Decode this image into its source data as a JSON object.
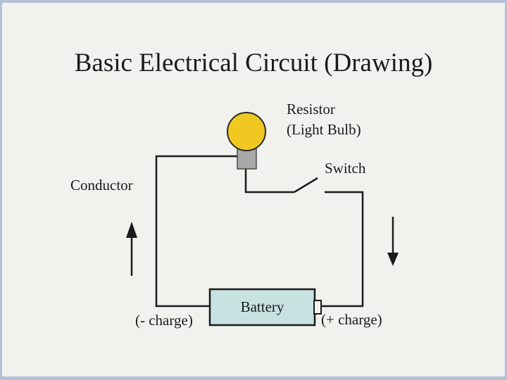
{
  "slide": {
    "title": "Basic Electrical Circuit (Drawing)",
    "labels": {
      "resistor_line1": "Resistor",
      "resistor_line2": "(Light Bulb)",
      "switch": "Switch",
      "conductor": "Conductor",
      "battery": "Battery",
      "negative_charge": "(- charge)",
      "positive_charge": "(+ charge)"
    },
    "icons": {
      "current_up_arrow": "up-arrow",
      "current_down_arrow": "down-arrow",
      "light_bulb": "bulb-circle-on-socket",
      "switch_symbol": "open-knife-switch"
    },
    "colors": {
      "frame": "#B4C0D5",
      "background": "#F1F2EE",
      "wire": "#1A1A1A",
      "text": "#1A1A1A",
      "bulb": "#EFC922",
      "bulb_base": "#A9A9A9",
      "battery_fill": "#C8E2E1",
      "terminal_fill": "#F1F2EE"
    }
  }
}
